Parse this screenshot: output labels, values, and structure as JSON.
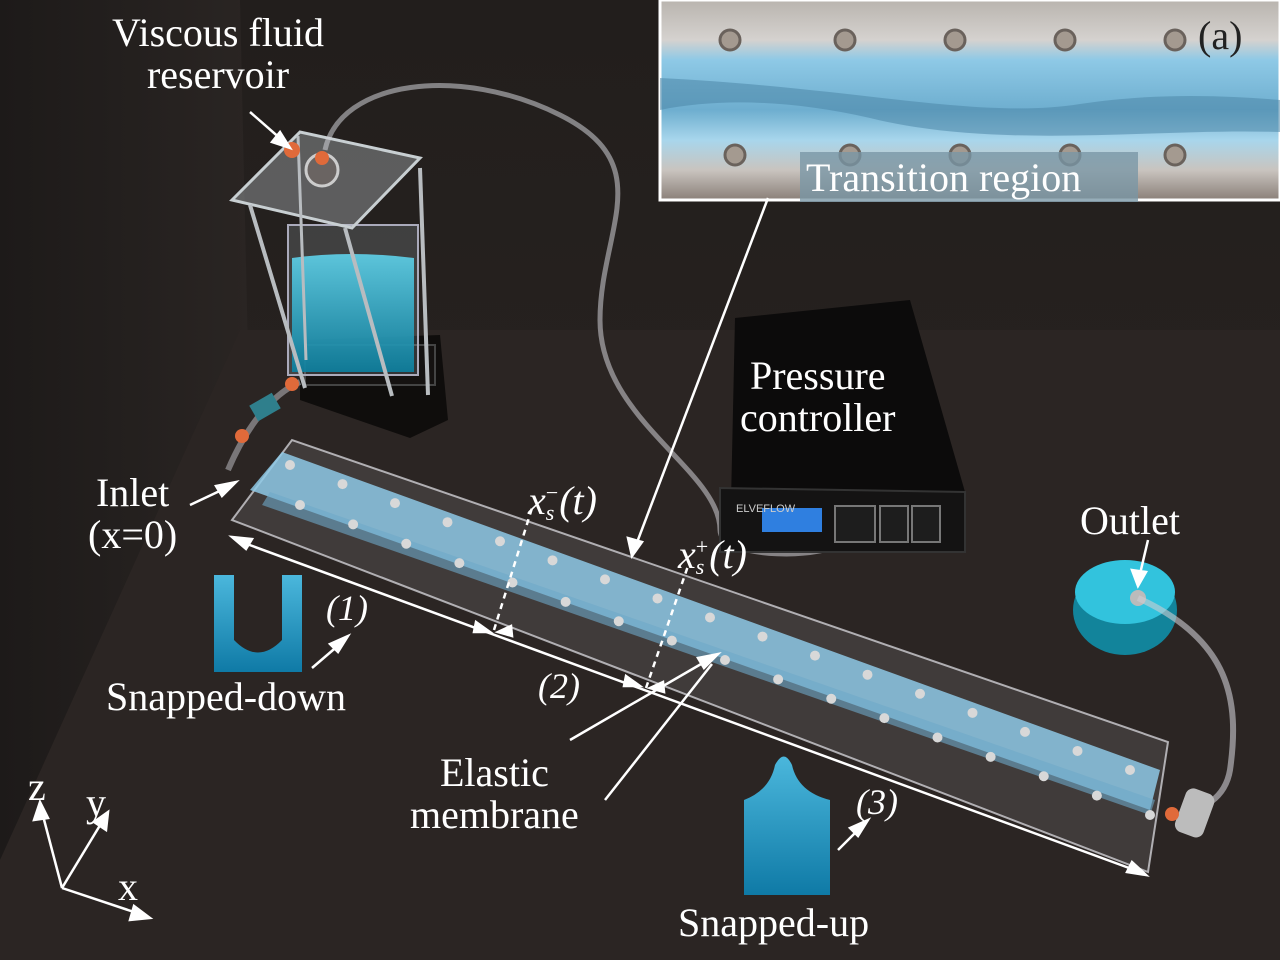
{
  "figure": {
    "panel_label": "(a)",
    "inset_caption": "Transition region",
    "labels": {
      "reservoir_line1": "Viscous fluid",
      "reservoir_line2": "reservoir",
      "controller_line1": "Pressure",
      "controller_line2": "controller",
      "inlet_line1": "Inlet",
      "inlet_line2": "(x=0)",
      "outlet": "Outlet",
      "membrane_line1": "Elastic",
      "membrane_line2": "membrane",
      "snapped_down": "Snapped-down",
      "snapped_up": "Snapped-up",
      "region1": "(1)",
      "region2": "(2)",
      "region3": "(3)",
      "xs_base": "x",
      "xs_sub": "s",
      "xs_minus_sup": "−",
      "xs_plus_sup": "+",
      "xs_arg": "(t)"
    },
    "axes": {
      "z": "z",
      "y": "y",
      "x": "x"
    },
    "controller_brand": "ELVEFLOW",
    "colors": {
      "membrane_blue": "#8ec9e6",
      "fluid_cyan": "#1ea8c8",
      "background": "#1a1716",
      "label_white": "#ffffff"
    }
  }
}
